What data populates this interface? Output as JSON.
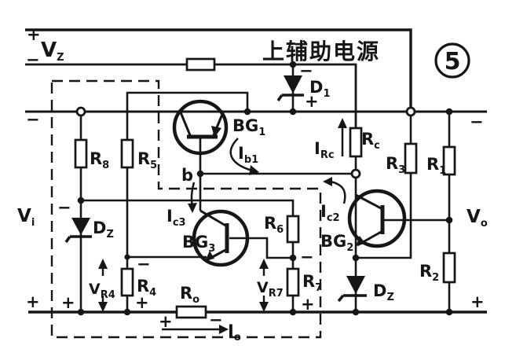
{
  "figure": {
    "number": "5",
    "title": "上辅助电源"
  },
  "source": {
    "vz": {
      "base": "V",
      "sub": "Z"
    },
    "plus": "+",
    "minus": "−"
  },
  "rails": {
    "minus_left": "−",
    "minus_right": "−",
    "plus_left": "+",
    "plus_inner": "+",
    "plus_right": "+"
  },
  "input": {
    "vi": {
      "base": "V",
      "sub": "i"
    }
  },
  "output": {
    "vo": {
      "base": "V",
      "sub": "o"
    },
    "plus": "+"
  },
  "transistors": {
    "bg1": {
      "base": "BG",
      "sub": "1"
    },
    "bg2": {
      "base": "BG",
      "sub": "2"
    },
    "bg3": {
      "base": "BG",
      "sub": "3"
    },
    "node_b": "b"
  },
  "resistors": {
    "r1": {
      "base": "R",
      "sub": "1"
    },
    "r2": {
      "base": "R",
      "sub": "2"
    },
    "r3": {
      "base": "R",
      "sub": "3"
    },
    "r4": {
      "base": "R",
      "sub": "4"
    },
    "r5": {
      "base": "R",
      "sub": "5"
    },
    "r6": {
      "base": "R",
      "sub": "6"
    },
    "r7": {
      "base": "R",
      "sub": "7"
    },
    "r8": {
      "base": "R",
      "sub": "8"
    },
    "rc": {
      "base": "R",
      "sub": "c"
    },
    "ro": {
      "base": "R",
      "sub": "o"
    },
    "ro_plus": "+",
    "ro_minus": "−"
  },
  "diodes": {
    "d1": {
      "base": "D",
      "sub": "1",
      "minus": "−",
      "plus": "+"
    },
    "dz_left": {
      "base": "D",
      "sub": "Z",
      "minus": "−"
    },
    "dz_right": {
      "base": "D",
      "sub": "Z"
    }
  },
  "currents": {
    "ib1": {
      "base": "I",
      "sub": "b1"
    },
    "irc": {
      "base": "I",
      "sub": "Rc"
    },
    "ic2": {
      "base": "I",
      "sub": "c2"
    },
    "ic3": {
      "base": "I",
      "sub": "c3"
    },
    "io": {
      "base": "I",
      "sub": "o"
    }
  },
  "voltages": {
    "vr4": {
      "base": "V",
      "sub": "R4",
      "minus": "−",
      "plus": "+"
    },
    "vr7": {
      "base": "V",
      "sub": "R7",
      "minus": "−",
      "plus": "+"
    }
  },
  "colors": {
    "ink": "#161616",
    "paper": "#ffffff"
  }
}
